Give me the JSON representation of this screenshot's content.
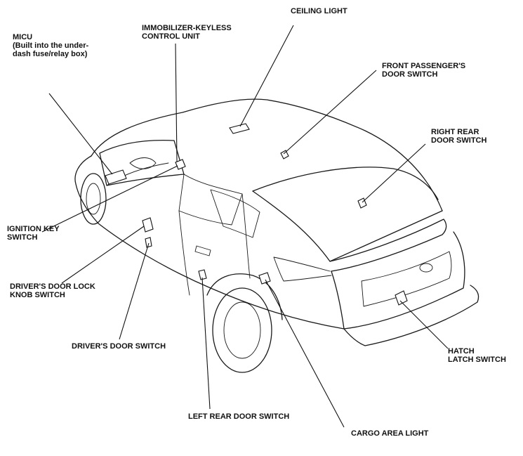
{
  "diagram": {
    "labels": {
      "ceiling_light": [
        "CEILING LIGHT"
      ],
      "micu": [
        "MICU",
        "(Built into the under-",
        "dash fuse/relay box)"
      ],
      "immobilizer": [
        "IMMOBILIZER-KEYLESS",
        "CONTROL UNIT"
      ],
      "front_passenger_door_switch": [
        "FRONT PASSENGER'S",
        "DOOR SWITCH"
      ],
      "right_rear_door_switch": [
        "RIGHT REAR",
        "DOOR SWITCH"
      ],
      "ignition_key_switch": [
        "IGNITION KEY",
        "SWITCH"
      ],
      "drivers_door_lock_knob_switch": [
        "DRIVER'S DOOR LOCK",
        "KNOB SWITCH"
      ],
      "drivers_door_switch": [
        "DRIVER'S DOOR SWITCH"
      ],
      "left_rear_door_switch": [
        "LEFT REAR DOOR SWITCH"
      ],
      "cargo_area_light": [
        "CARGO AREA LIGHT"
      ],
      "hatch_latch_switch": [
        "HATCH",
        "LATCH SWITCH"
      ]
    }
  }
}
